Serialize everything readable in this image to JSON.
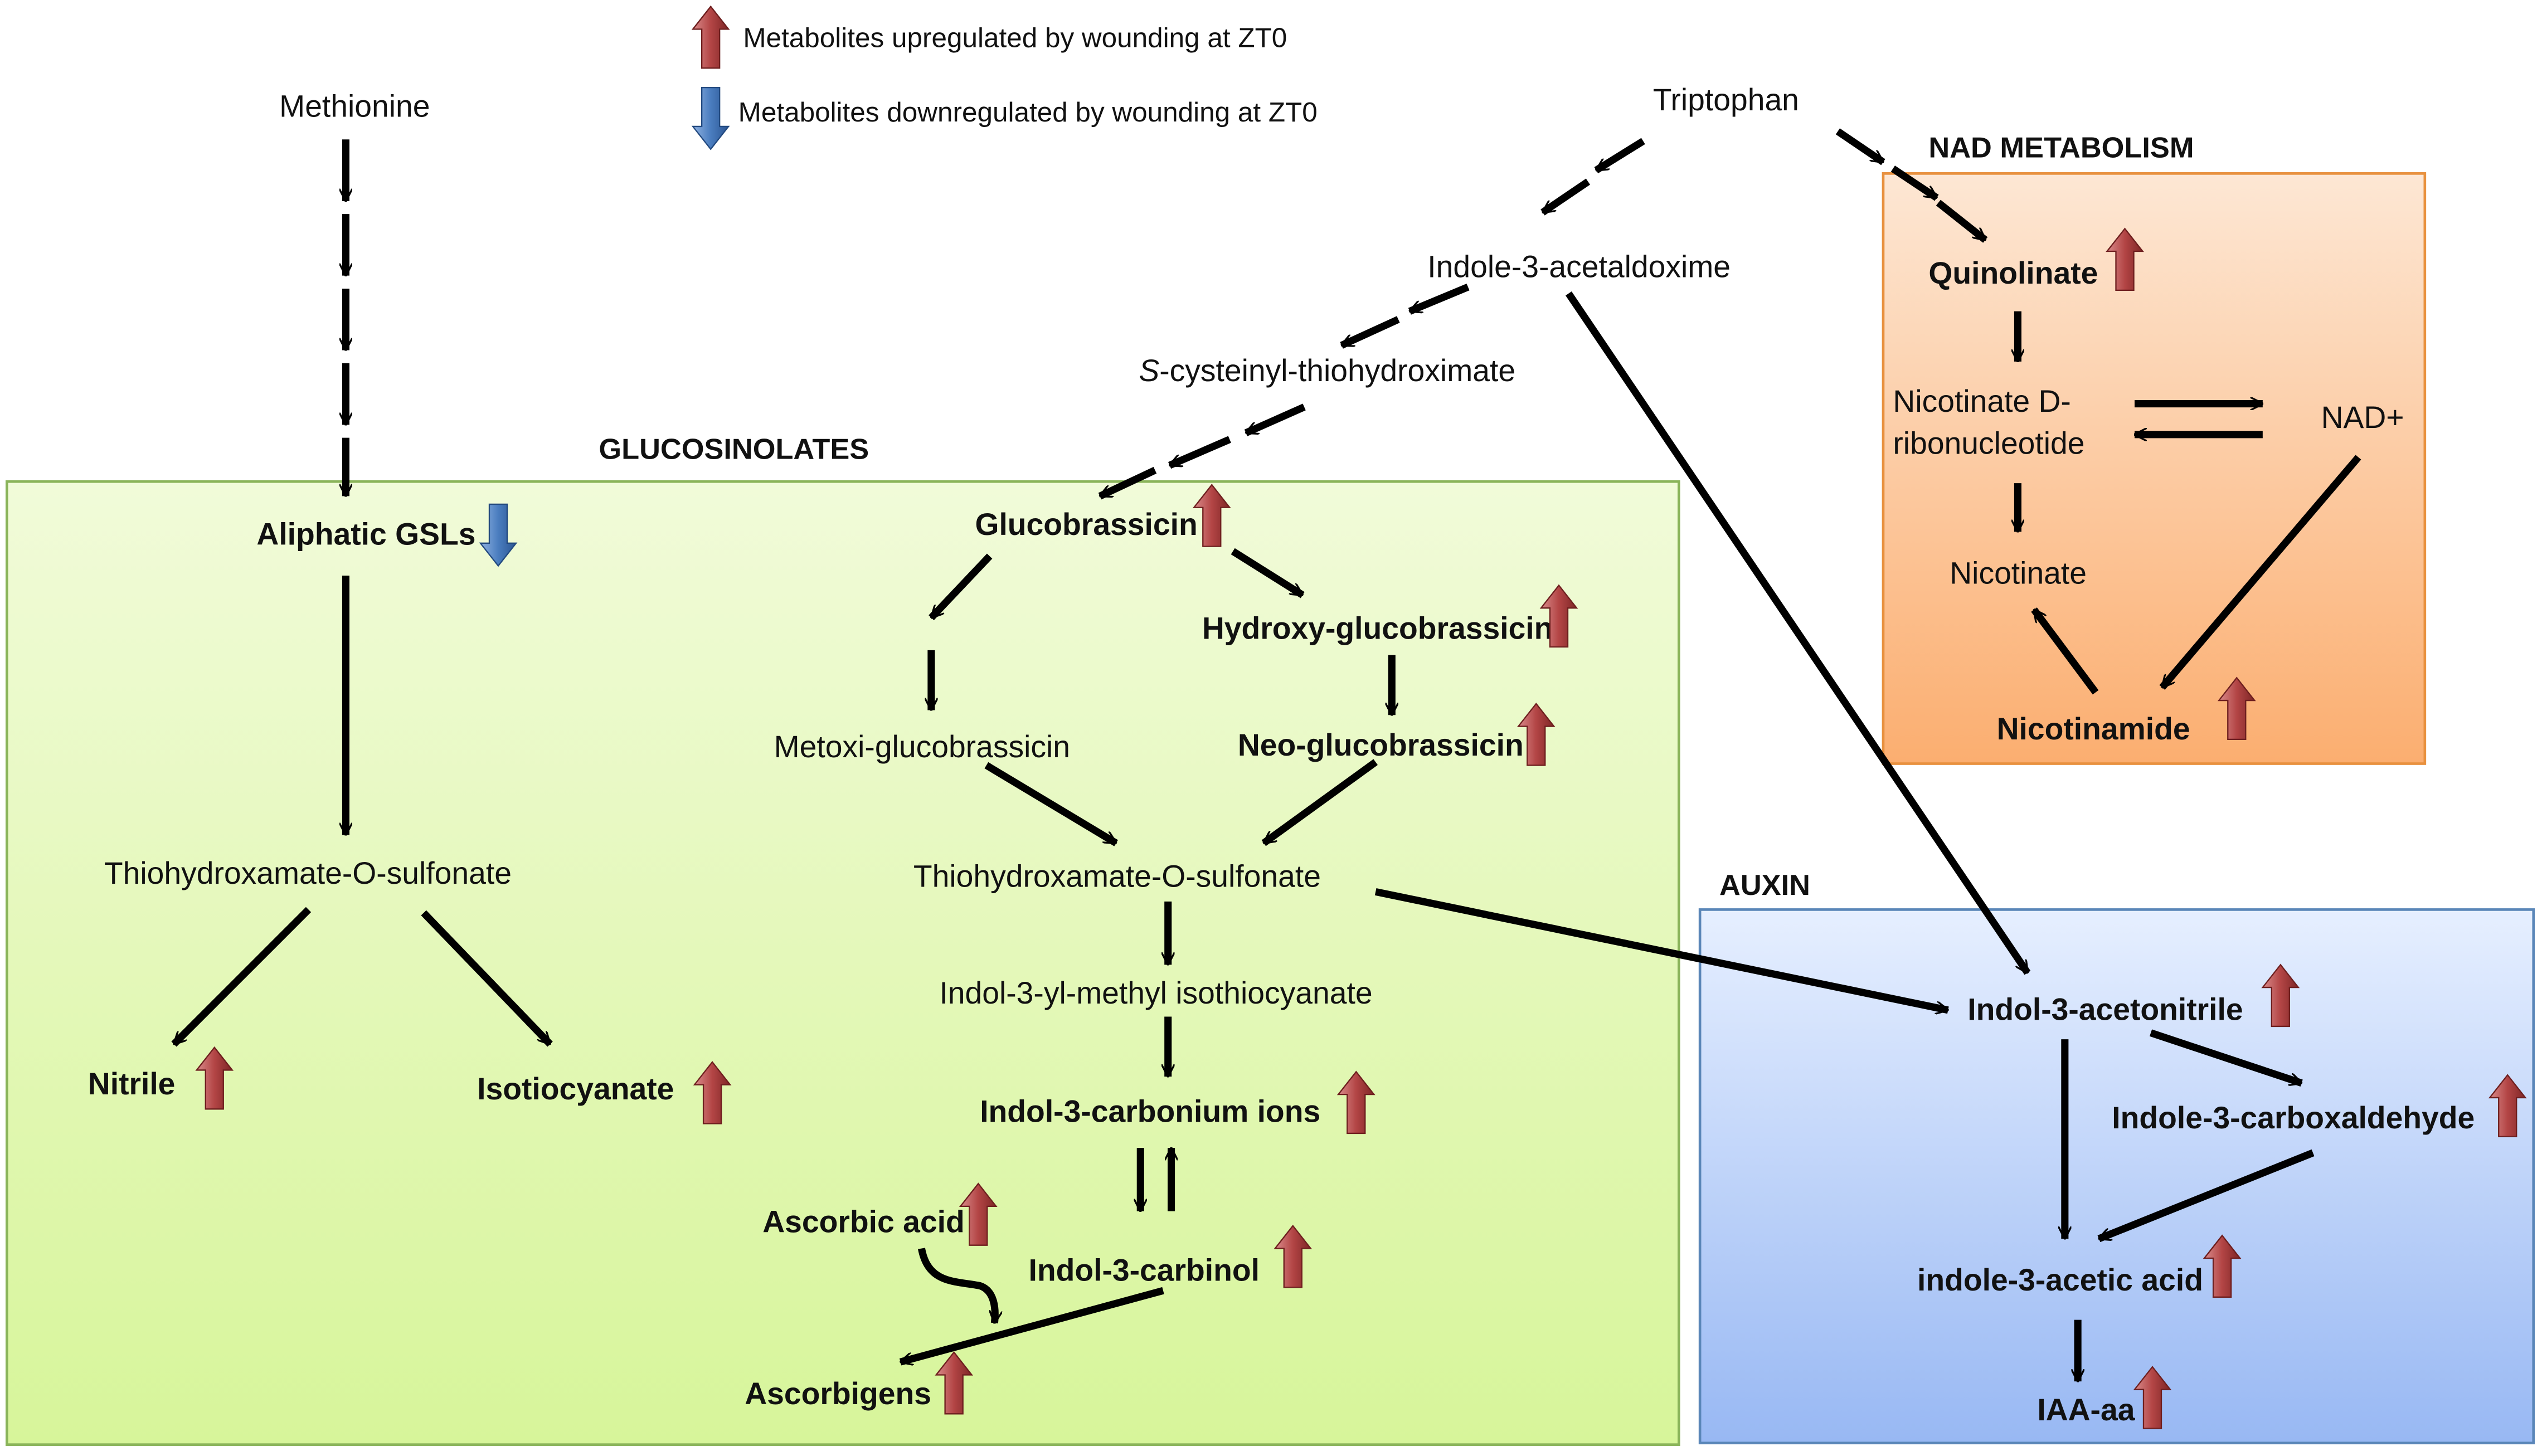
{
  "legend": {
    "up": "Metabolites upregulated by wounding at ZT0",
    "down": "Metabolites downregulated by wounding at ZT0"
  },
  "regions": {
    "glucosinolates": "GLUCOSINOLATES",
    "nad": "NAD METABOLISM",
    "auxin": "AUXIN"
  },
  "nodes": {
    "methionine": "Methionine",
    "triptophan": "Triptophan",
    "indole_acetaldoxime": "Indole-3-acetaldoxime",
    "s_prefix": "S",
    "s_rest": "-cysteinyl-thiohydroximate",
    "aliphatic_gsls": "Aliphatic GSLs",
    "glucobrassicin": "Glucobrassicin",
    "hydroxy_glucobrassicin": "Hydroxy-glucobrassicin",
    "metoxi_glucobrassicin": "Metoxi-glucobrassicin",
    "neo_glucobrassicin": "Neo-glucobrassicin",
    "thio_left": "Thiohydroxamate-O-sulfonate",
    "thio_center": "Thiohydroxamate-O-sulfonate",
    "nitrile": "Nitrile",
    "isotiocyanate": "Isotiocyanate",
    "indol_isothiocyanate": "Indol-3-yl-methyl isothiocyanate",
    "indol_carbonium": "Indol-3-carbonium ions",
    "ascorbic_acid": "Ascorbic acid",
    "indol_carbinol": "Indol-3-carbinol",
    "ascorbigens": "Ascorbigens",
    "quinolinate": "Quinolinate",
    "nicotinate_d_line1": "Nicotinate D-",
    "nicotinate_d_line2": "ribonucleotide",
    "nad_plus": "NAD+",
    "nicotinate": "Nicotinate",
    "nicotinamide": "Nicotinamide",
    "indol_acetonitrile": "Indol-3-acetonitrile",
    "indole_carboxaldehyde": "Indole-3-carboxaldehyde",
    "indole_acetic_acid": "indole-3-acetic acid",
    "iaa_aa": "IAA-aa"
  },
  "colors": {
    "up_arrow": "#a33a3a",
    "down_arrow": "#3f6fb0",
    "glucosinolates_top": "#f1fbd9",
    "glucosinolates_bottom": "#d7f59a",
    "nad_top": "#fde7d4",
    "nad_bottom": "#fbae70",
    "auxin_top": "#e6efff",
    "auxin_bottom": "#98b8f3"
  }
}
